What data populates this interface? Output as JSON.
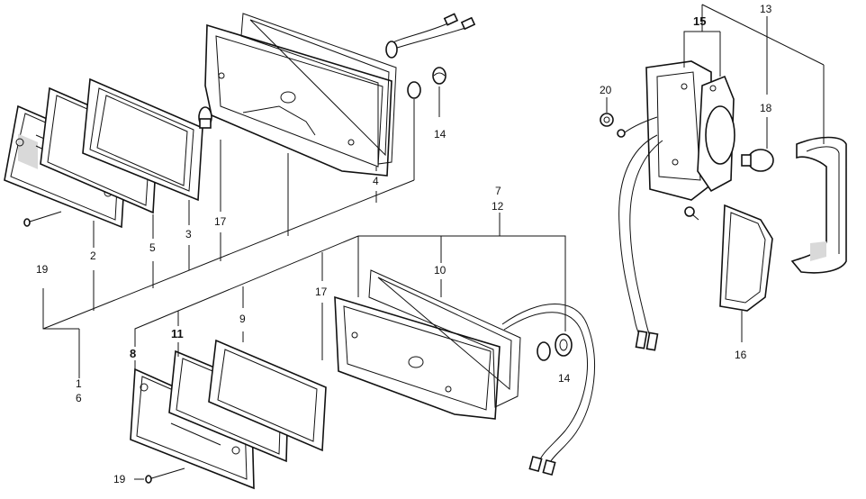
{
  "labels": {
    "n1": "1",
    "n2": "2",
    "n3": "3",
    "n4": "4",
    "n5": "5",
    "n6": "6",
    "n7": "7",
    "n8": "8",
    "n9": "9",
    "n10": "10",
    "n11": "11",
    "n12": "12",
    "n13": "13",
    "n14a": "14",
    "n14b": "14",
    "n15": "15",
    "n16": "16",
    "n17a": "17",
    "n17b": "17",
    "n18": "18",
    "n19a": "19",
    "n19b": "19",
    "n20": "20"
  }
}
